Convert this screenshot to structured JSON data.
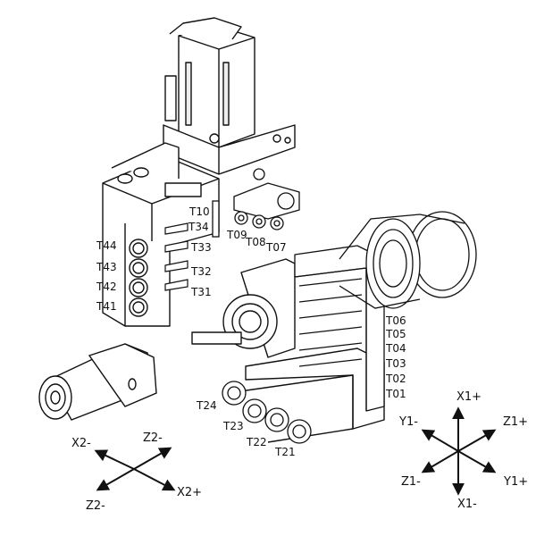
{
  "tool_labels": {
    "T10": "T10",
    "T09": "T09",
    "T08": "T08",
    "T07": "T07",
    "T34": "T34",
    "T33": "T33",
    "T32": "T32",
    "T31": "T31",
    "T44": "T44",
    "T43": "T43",
    "T42": "T42",
    "T41": "T41",
    "T06": "T06",
    "T05": "T05",
    "T04": "T04",
    "T03": "T03",
    "T02": "T02",
    "T01": "T01",
    "T24": "T24",
    "T23": "T23",
    "T22": "T22",
    "T21": "T21"
  },
  "axes_left": {
    "x2_minus": "X2-",
    "z2_minus_top": "Z2-",
    "z2_minus_bottom": "Z2-",
    "x2_plus": "X2+"
  },
  "axes_right": {
    "x1_plus": "X1+",
    "y1_minus": "Y1-",
    "z1_plus": "Z1+",
    "z1_minus": "Z1-",
    "y1_plus": "Y1+",
    "x1_minus": "X1-"
  },
  "colors": {
    "line": "#111111",
    "fill": "#ffffff",
    "shade": "#d9d9d9"
  }
}
